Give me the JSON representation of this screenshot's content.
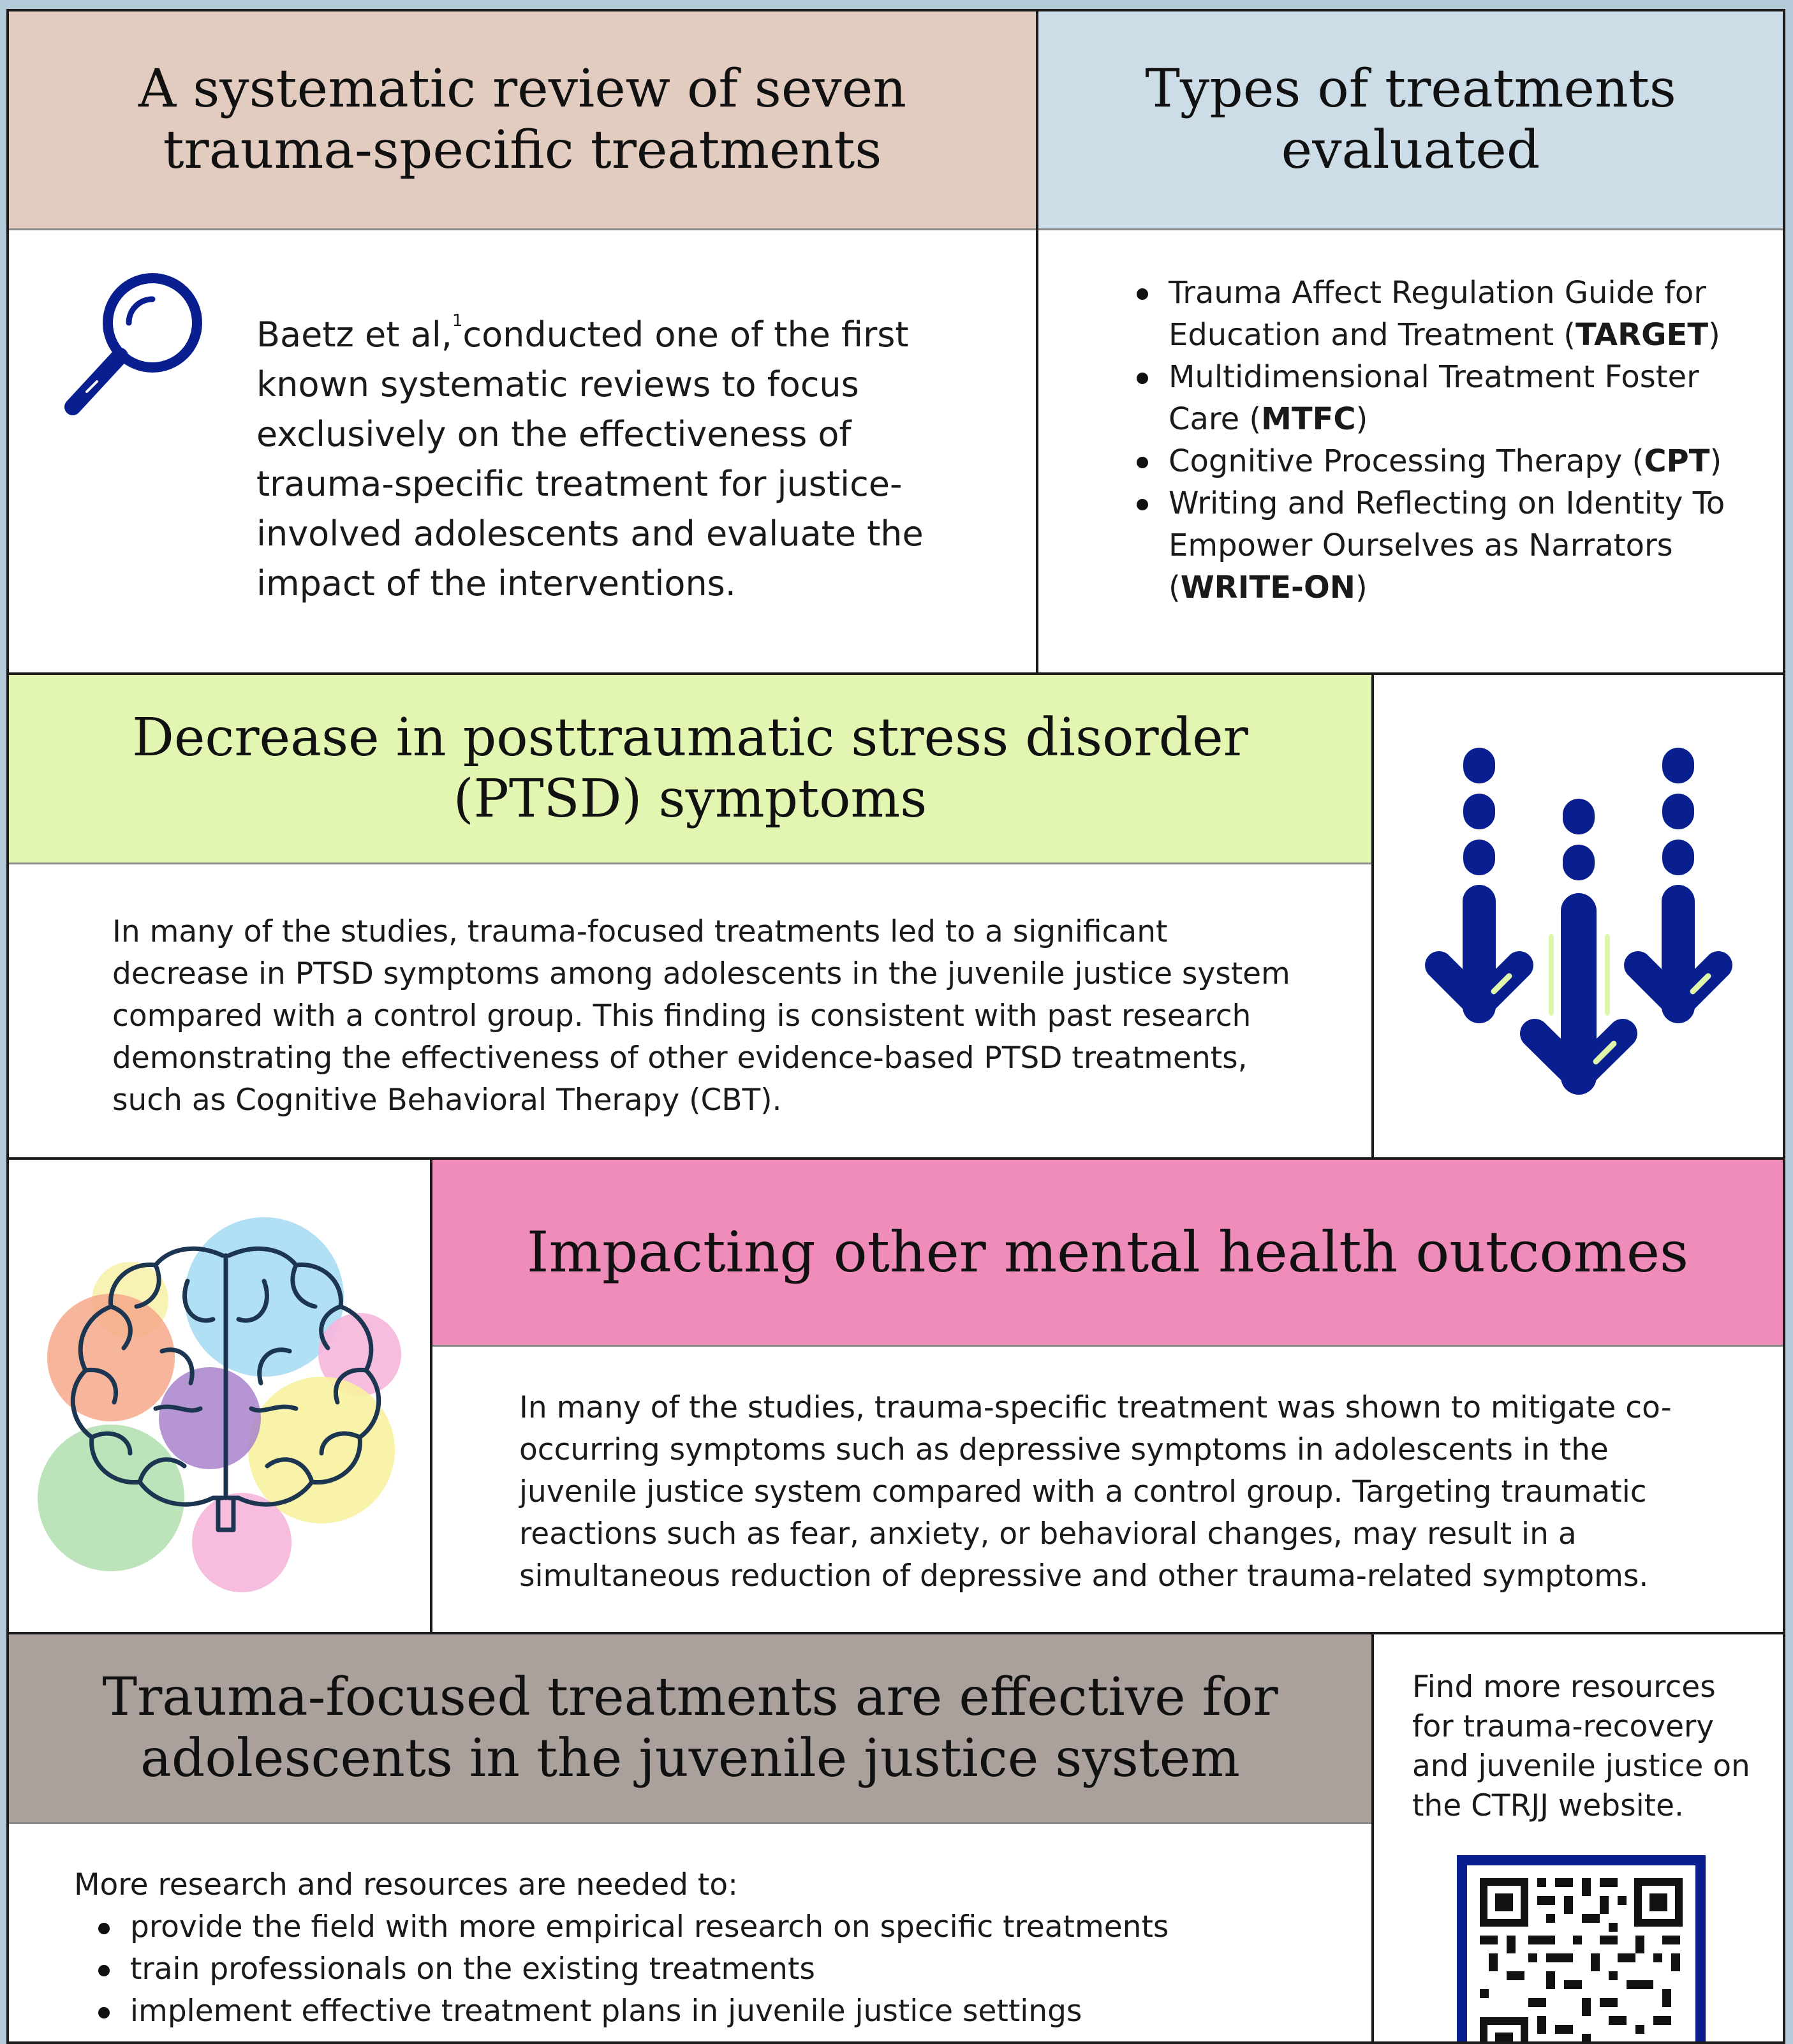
{
  "colors": {
    "background": "#b5cad9",
    "tan_header": "#e1ccbf",
    "blue_header": "#cddde8",
    "green_header": "#e3f6b1",
    "pink_header": "#ef8cba",
    "gray_header": "#aaa19c",
    "icon_navy": "#0a1f8f"
  },
  "review": {
    "title": "A systematic review of seven trauma-specific treatments",
    "title_line1": "A systematic review of seven",
    "title_line2": "trauma-specific treatments",
    "icon": "magnifier-icon",
    "text_before_ref": "Baetz et al,",
    "ref": "1",
    "text_after_ref": "conducted one of the first known systematic reviews to focus exclusively on the effectiveness of trauma-specific treatment for justice-involved adolescents and evaluate the impact of the interventions."
  },
  "treatments": {
    "title_line1": "Types of treatments",
    "title_line2": "evaluated",
    "items": [
      {
        "text": "Trauma Affect Regulation Guide for Education and Treatment (",
        "abbr": "TARGET",
        "close": ")"
      },
      {
        "text": "Multidimensional Treatment Foster Care (",
        "abbr": "MTFC",
        "close": ")"
      },
      {
        "text": "Cognitive Processing Therapy (",
        "abbr": "CPT",
        "close": ")"
      },
      {
        "text": "Writing and Reflecting on Identity To Empower Ourselves as Narrators (",
        "abbr": "WRITE-ON",
        "close": ")"
      }
    ]
  },
  "ptsd": {
    "title_line1": "Decrease in posttraumatic stress disorder",
    "title_line2": "(PTSD) symptoms",
    "icon": "down-arrows-icon",
    "text": "In many of the studies, trauma-focused treatments led to a significant decrease in PTSD symptoms among adolescents in the juvenile justice system compared with a control group. This finding is consistent with past research demonstrating the effectiveness of other evidence-based PTSD treatments, such as Cognitive Behavioral Therapy (CBT)."
  },
  "mental_health": {
    "title": "Impacting other mental health outcomes",
    "icon": "brain-icon",
    "text": "In many of the studies, trauma-specific treatment was shown to mitigate co-occurring symptoms such as depressive symptoms in adolescents in the juvenile justice system compared with a control group. Targeting traumatic reactions such as fear, anxiety, or behavioral changes, may result in a simultaneous reduction of depressive and other trauma-related symptoms."
  },
  "conclusion": {
    "title_line1": "Trauma-focused treatments are effective for",
    "title_line2": "adolescents in the juvenile justice system",
    "intro": "More research and resources are needed to:",
    "items": [
      "provide the field with more empirical research on specific treatments",
      "train professionals on the existing treatments",
      "implement effective treatment plans in juvenile justice settings"
    ]
  },
  "resources": {
    "text": "Find more resources for trauma-recovery and juvenile justice on the CTRJJ website.",
    "icon": "qr-code-icon"
  }
}
